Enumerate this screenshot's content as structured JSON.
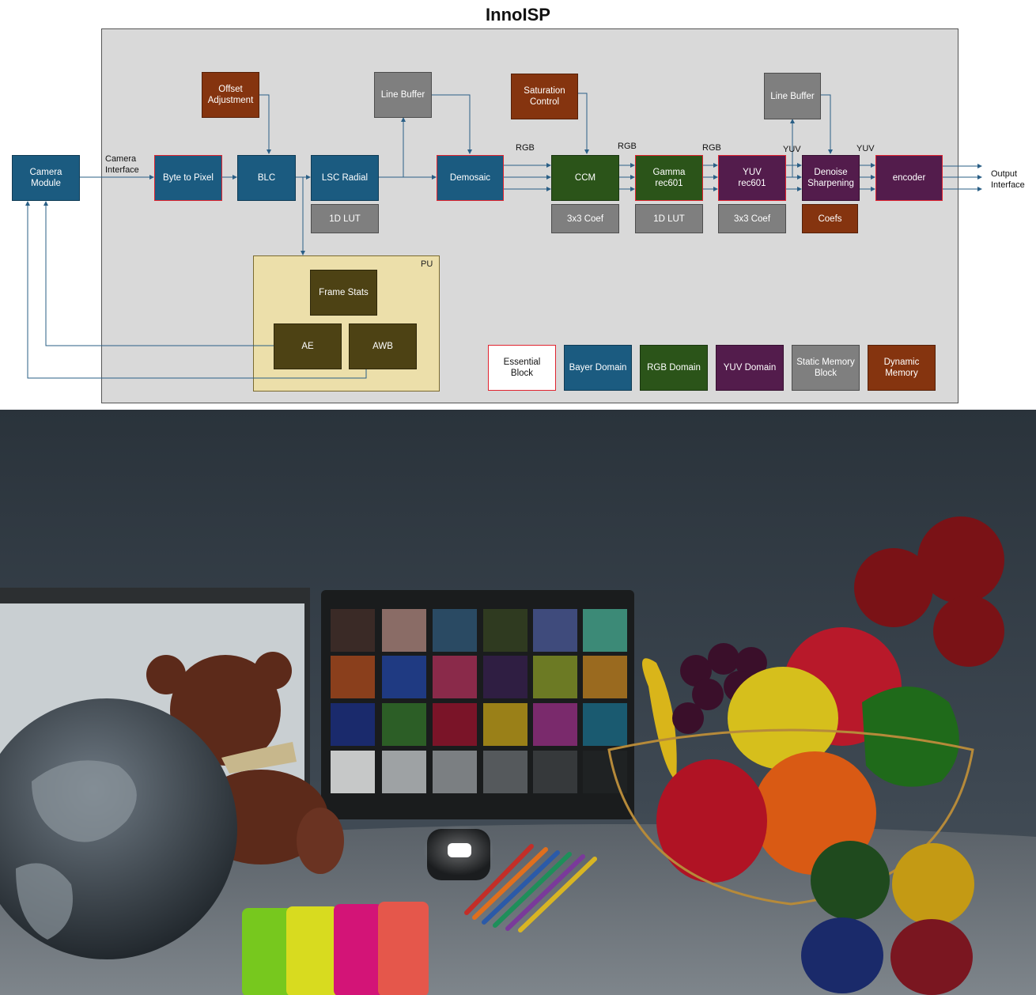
{
  "diagram": {
    "title": "InnoISP",
    "pu_label": "PU",
    "camera_module": "Camera\nModule",
    "camera_interface": "Camera\nInterface",
    "output_interface": "Output\nInterface",
    "byte_to_pixel": "Byte to Pixel",
    "blc": "BLC",
    "offset_adjustment": "Offset\nAdjustment",
    "lsc_radial": "LSC Radial",
    "lsc_lut": "1D LUT",
    "line_buffer_1": "Line Buffer",
    "demosaic": "Demosaic",
    "saturation_control": "Saturation\nControl",
    "ccm": "CCM",
    "ccm_coef": "3x3 Coef",
    "gamma": "Gamma\nrec601",
    "gamma_lut": "1D LUT",
    "yuv": "YUV\nrec601",
    "yuv_coef": "3x3 Coef",
    "line_buffer_2": "Line Buffer",
    "denoise": "Denoise\nSharpening",
    "denoise_coefs": "Coefs",
    "encoder": "encoder",
    "frame_stats": "Frame Stats",
    "ae": "AE",
    "awb": "AWB",
    "signal_labels": [
      "RGB",
      "RGB",
      "RGB",
      "YUV",
      "YUV"
    ]
  },
  "legend": {
    "essential": "Essential\nBlock",
    "bayer": "Bayer Domain",
    "rgb": "RGB Domain",
    "yuv": "YUV Domain",
    "static_memory": "Static Memory\nBlock",
    "dynamic_memory": "Dynamic\nMemory"
  },
  "colors": {
    "bayer": "#1b5b80",
    "rgb": "#2b5419",
    "yuv": "#531c4c",
    "static": "#7f7f7f",
    "dynamic": "#85340f",
    "pu_block": "#4d4214",
    "essential_border": "#e0242f",
    "wire": "#2a5f86"
  }
}
